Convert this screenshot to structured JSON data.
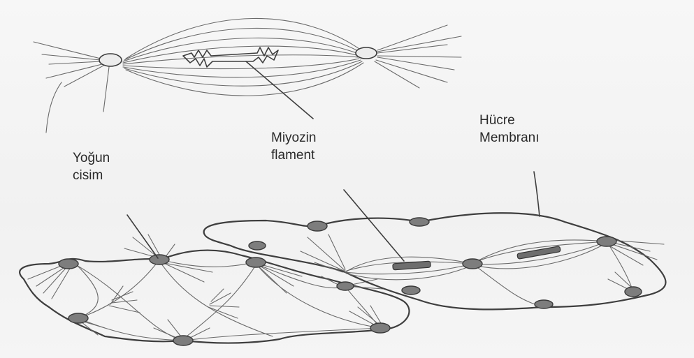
{
  "labels": {
    "dense_body": "Yoğun\ncisim",
    "myosin": "Miyozin\nflament",
    "membrane": "Hücre\nMembranı"
  }
}
